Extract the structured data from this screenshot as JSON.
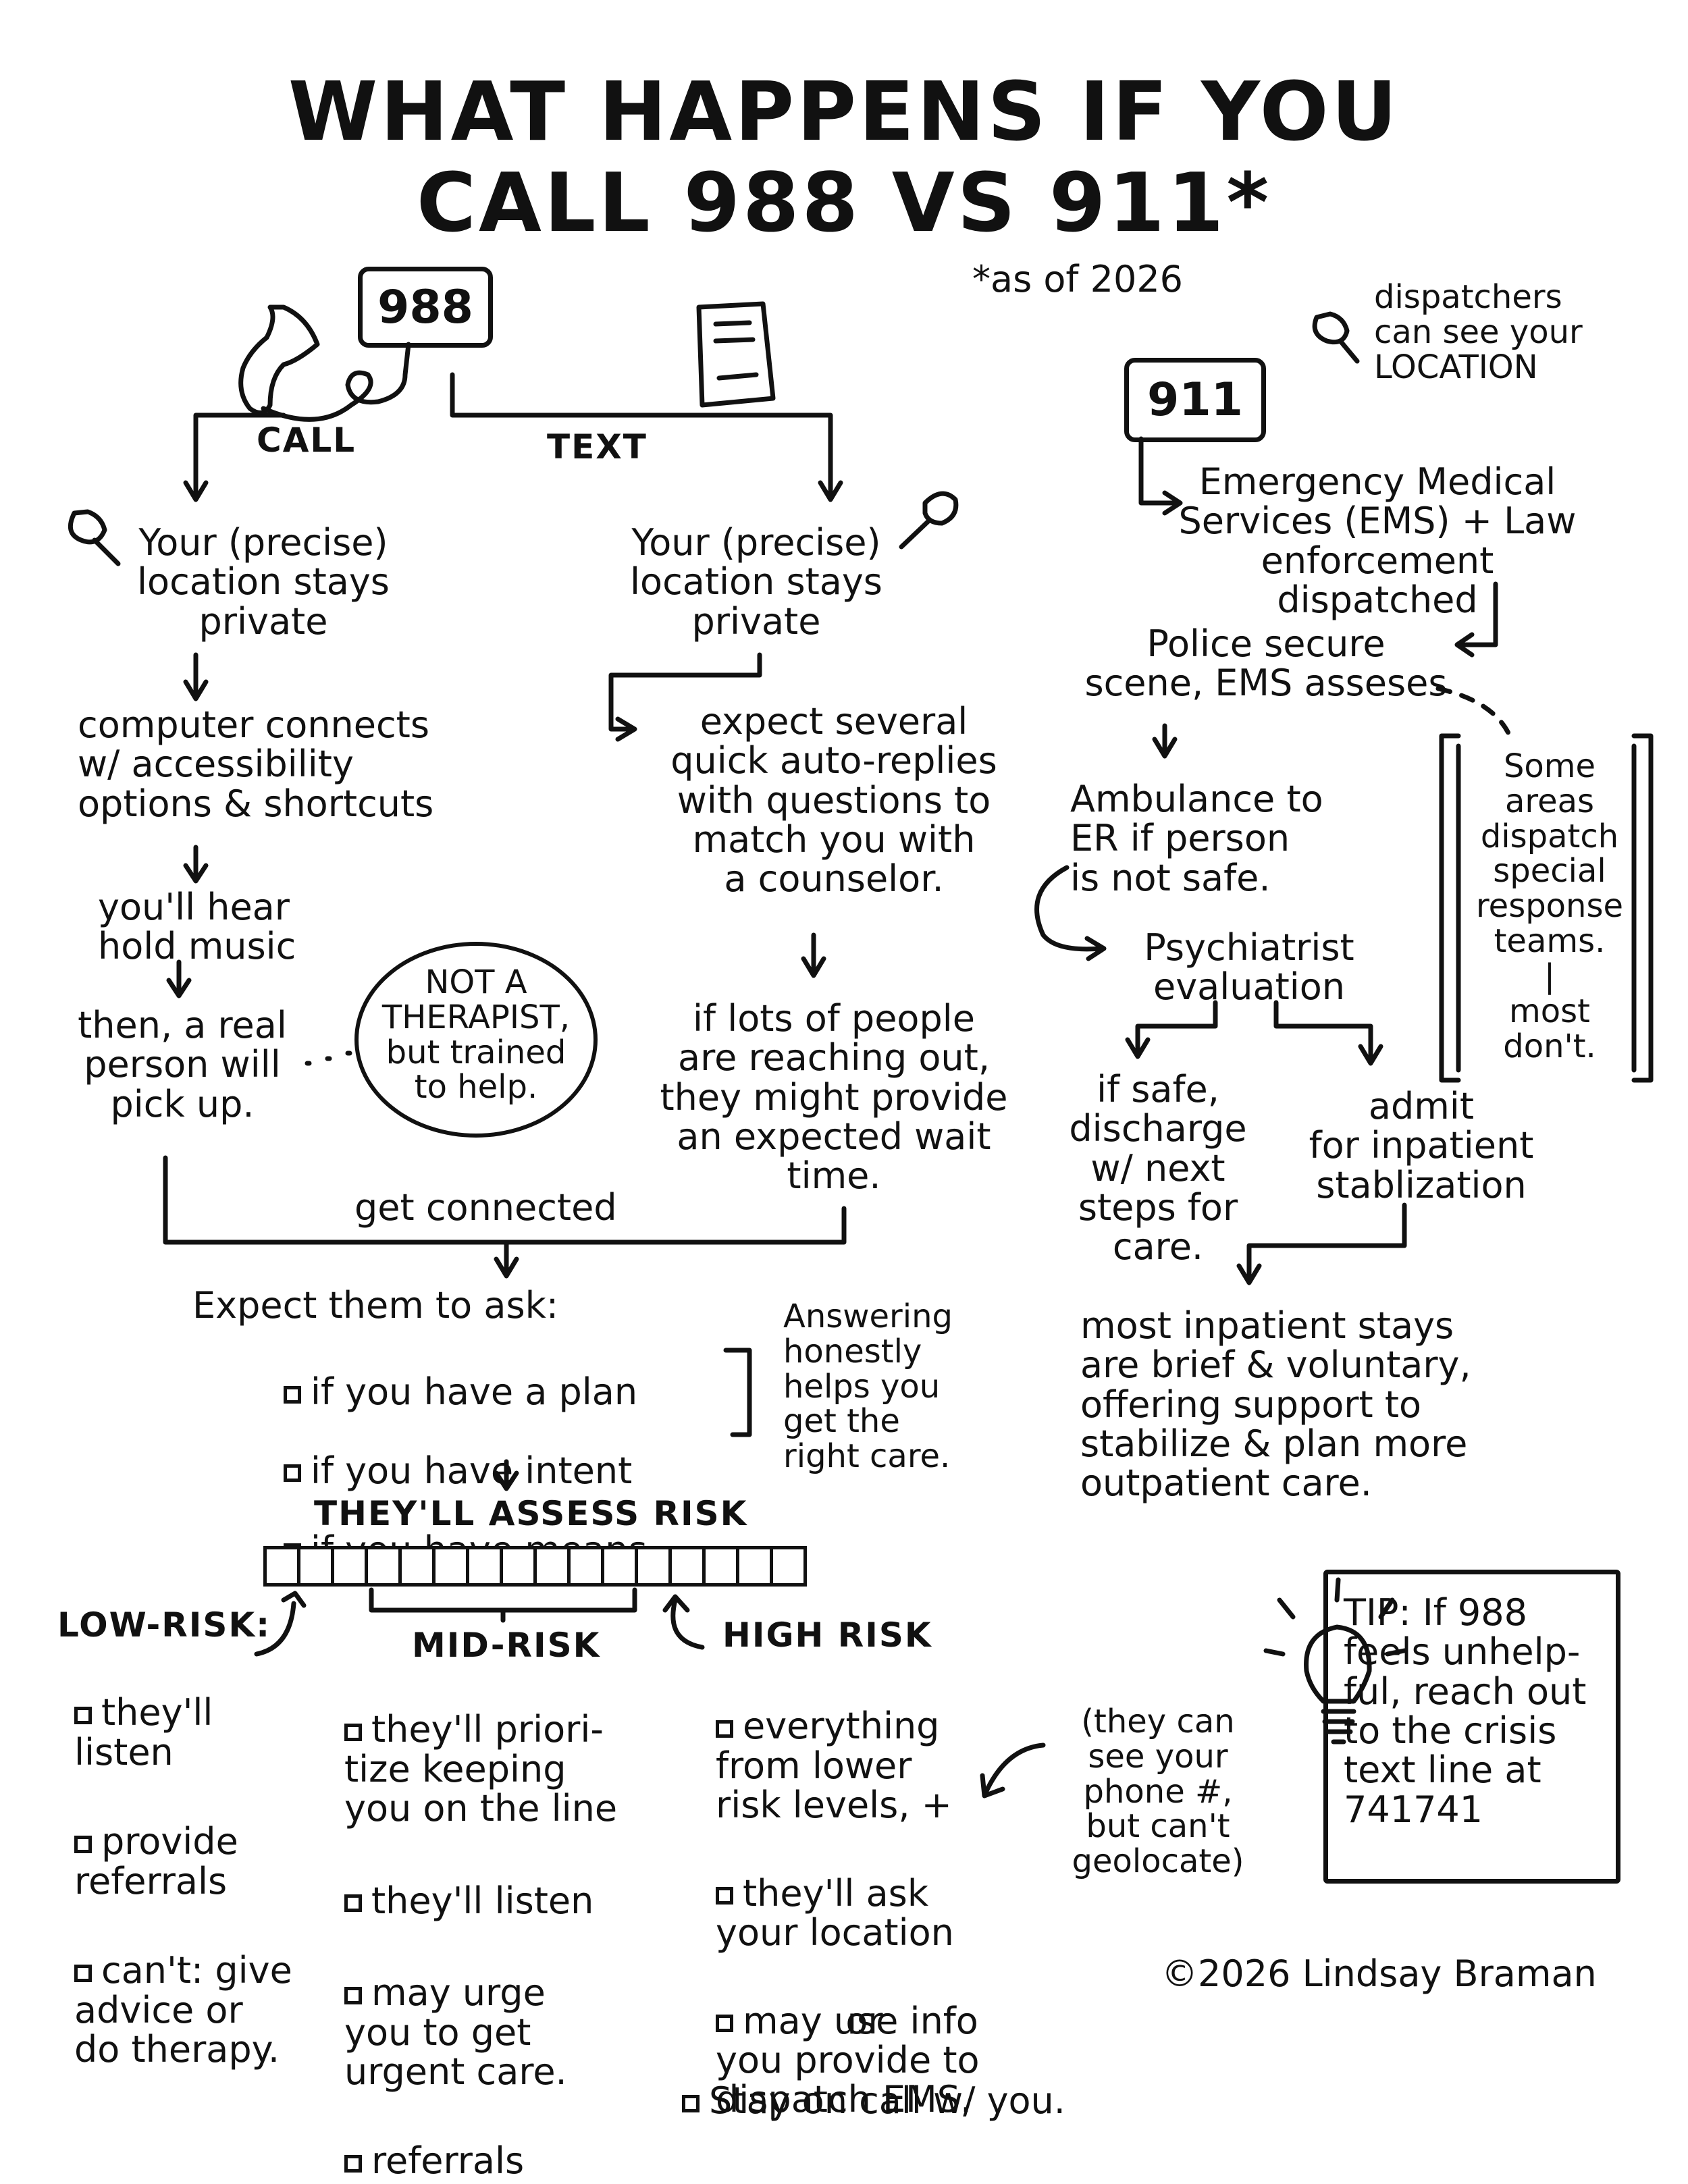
{
  "title_line1": "WHAT HAPPENS IF YOU",
  "title_line2": "CALL 988 VS 911*",
  "footnote": "*as of 2026",
  "box_988": "988",
  "box_911": "911",
  "call_label": "CALL",
  "text_label": "TEXT",
  "call_branch": {
    "location": "Your (precise)\nlocation stays\nprivate",
    "step1": "computer connects\nw/ accessibility\noptions & shortcuts",
    "step2": "you'll hear\nhold music",
    "step3": "then, a real\nperson will\npick up.",
    "cloud": "NOT A\nTHERAPIST,\nbut trained\nto help."
  },
  "text_branch": {
    "location": "Your (precise)\nlocation stays\nprivate",
    "step1": "expect several\nquick auto-replies\nwith questions to\nmatch you with\na counselor.",
    "step2": "if lots of people\nare reaching out,\nthey might provide\nan expected wait\ntime."
  },
  "get_connected": "get connected",
  "expect_ask": {
    "heading": "Expect them to ask:",
    "items": [
      "if you have a plan",
      "if you have intent",
      "if you have means"
    ],
    "note": "Answering\nhonestly\nhelps you\nget the\nright care."
  },
  "assess_label": "THEY'LL  ASSESS  RISK",
  "risk_bar_cells": 16,
  "low_risk": {
    "heading": "LOW-RISK:",
    "items": [
      "they'll\nlisten",
      "provide\nreferrals",
      "can't: give\nadvice or\ndo therapy."
    ]
  },
  "mid_risk": {
    "heading": "MID-RISK",
    "items": [
      "they'll priori-\ntize keeping\nyou on the line",
      "they'll listen",
      "may urge\nyou to get\nurgent care.",
      "referrals"
    ]
  },
  "high_risk": {
    "heading": "HIGH RISK",
    "items": [
      "everything\nfrom lower\nrisk levels, +",
      "they'll ask\nyour location",
      "may use info\nyou provide to\ndispatch EMS."
    ],
    "or": "or",
    "last": "Stay on call w/ you.",
    "side_note": "(they can\nsee your\nphone #,\nbut can't\ngeolocate)"
  },
  "dispatch_note": "dispatchers\ncan see your\nLOCATION",
  "branch_911": {
    "step1": "Emergency Medical\nServices (EMS) + Law\nenforcement dispatched",
    "step2": "Police secure\nscene, EMS asseses",
    "side": "Some\nareas\ndispatch\nspecial\nresponse\nteams.\n|\nmost\ndon't.",
    "step3": "Ambulance to\nER if person\nis not safe.",
    "step4": "Psychiatrist\nevaluation",
    "safe": "if safe,\ndischarge\nw/ next\nsteps for\ncare.",
    "admit": "admit\nfor inpatient\nstablization",
    "inpatient": "most inpatient stays\nare brief & voluntary,\noffering support to\nstabilize & plan more\noutpatient care."
  },
  "tip": "TIP: If 988\nfeels unhelp-\nful, reach out\nto the crisis\ntext line at\n741741",
  "copyright": "©2026 Lindsay Braman"
}
